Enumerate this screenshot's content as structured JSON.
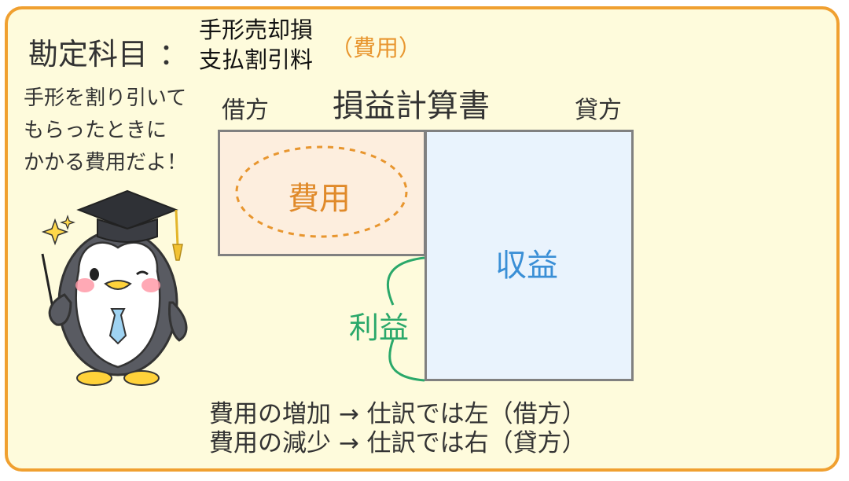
{
  "header": {
    "label": "勘定科目",
    "colon": "：",
    "accounts": [
      "手形売却損",
      "支払割引料"
    ],
    "account_type": "（費用）"
  },
  "mascot": {
    "speech_lines": [
      "手形を割り引いて",
      "もらったときに",
      "かかる費用だよ！"
    ]
  },
  "statement": {
    "title": "損益計算書",
    "debit_label": "借方",
    "credit_label": "貸方",
    "expense_label": "費用",
    "revenue_label": "収益",
    "profit_label": "利益"
  },
  "rules": [
    "費用の増加 → 仕訳では左（借方）",
    "費用の減少 → 仕訳では右（貸方）"
  ],
  "colors": {
    "frame_border": "#f0a030",
    "background": "#fefbdc",
    "expense": "#e08a2a",
    "revenue": "#3a8fd6",
    "profit": "#2aa86a"
  }
}
